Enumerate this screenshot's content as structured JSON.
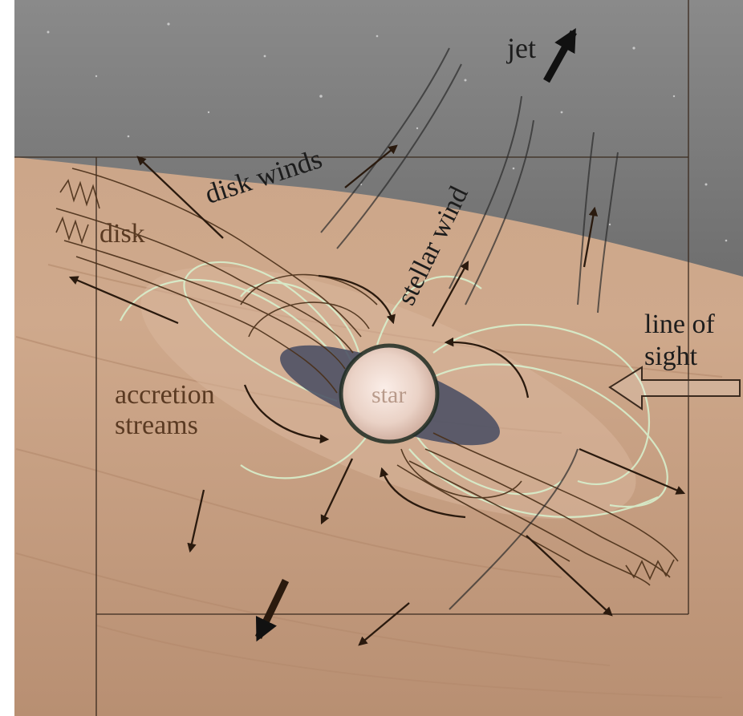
{
  "labels": {
    "jet": "jet",
    "disk_winds": "disk winds",
    "stellar_wind": "stellar wind",
    "disk": "disk",
    "line_of_sight_1": "line of",
    "line_of_sight_2": "sight",
    "accretion_1": "accretion",
    "accretion_2": "streams",
    "star": "star"
  },
  "colors": {
    "sky": "#7c7c7c",
    "disk": "#c9a184",
    "disk_dark": "#a97d60",
    "sketch_brown": "#4a2f18",
    "field_lines": "#d8f3d0",
    "inner_disk": "#4a4f63",
    "star": "#f2e2da",
    "frame_line": "#3a2a1e"
  }
}
